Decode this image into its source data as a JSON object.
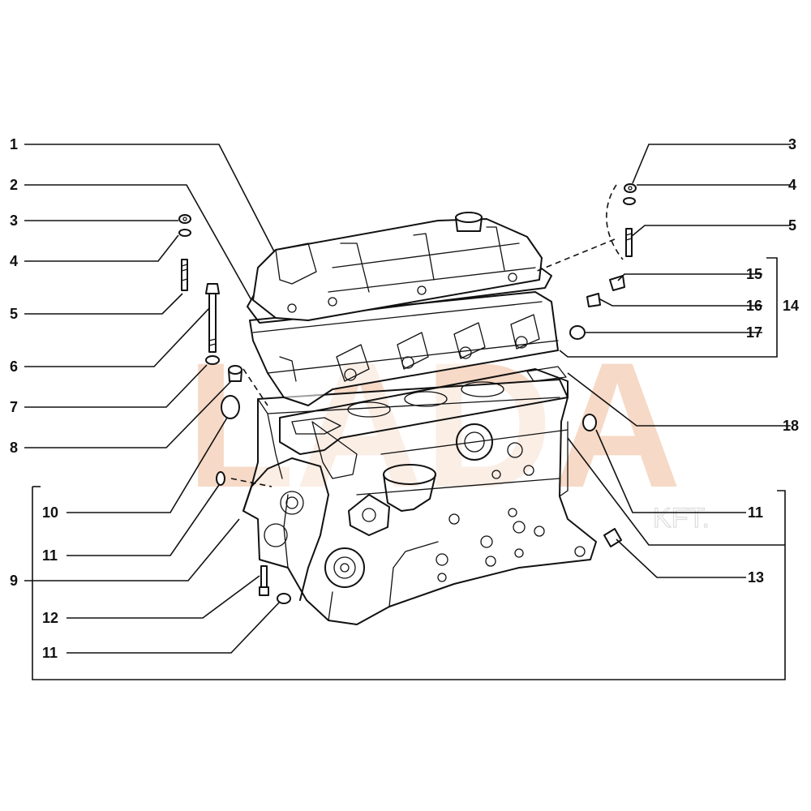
{
  "watermark": {
    "text": "LADA",
    "subtext": "KFT.",
    "color": "#f6d9c6"
  },
  "callouts": {
    "c1": "1",
    "c2": "2",
    "c3l": "3",
    "c4l": "4",
    "c5l": "5",
    "c6": "6",
    "c7": "7",
    "c8": "8",
    "c9": "9",
    "c10": "10",
    "c11a": "11",
    "c12": "12",
    "c11b": "11",
    "c3r": "3",
    "c4r": "4",
    "c5r": "5",
    "c15": "15",
    "c16": "16",
    "c14": "14",
    "c17": "17",
    "c18": "18",
    "c11r": "11",
    "c13": "13"
  }
}
